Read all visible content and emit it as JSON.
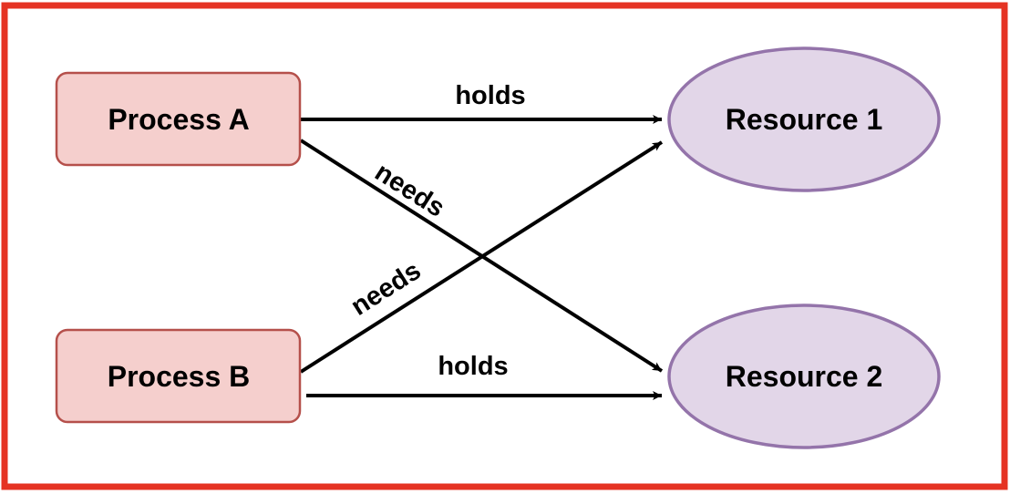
{
  "colors": {
    "frame": "#e53323",
    "process_fill": "#f5cfcd",
    "process_stroke": "#b5504b",
    "resource_fill": "#e2d6e8",
    "resource_stroke": "#9474aa",
    "edge": "#000000"
  },
  "nodes": {
    "process_a": "Process A",
    "process_b": "Process B",
    "resource_1": "Resource 1",
    "resource_2": "Resource 2"
  },
  "edges": {
    "a_holds_r1": "holds",
    "a_needs_r2": "needs",
    "b_needs_r1": "needs",
    "b_holds_r2": "holds"
  }
}
